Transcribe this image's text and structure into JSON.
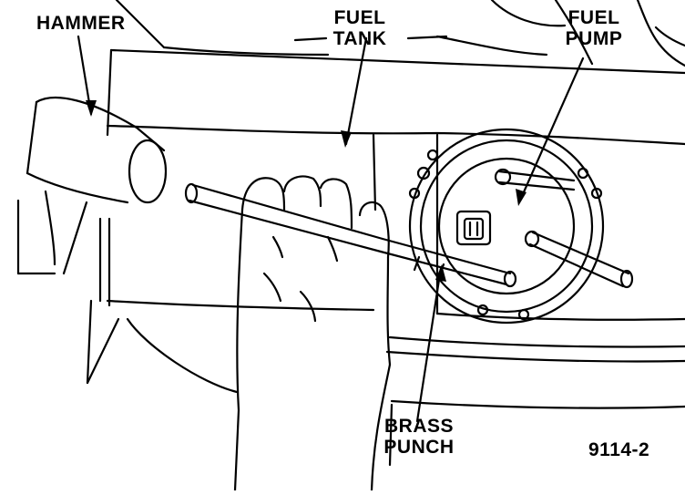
{
  "labels": {
    "hammer": "HAMMER",
    "fuel_tank_line1": "FUEL",
    "fuel_tank_line2": "TANK",
    "fuel_pump_line1": "FUEL",
    "fuel_pump_line2": "PUMP",
    "brass_punch_line1": "BRASS",
    "brass_punch_line2": "PUNCH",
    "figure_number": "9114-2"
  },
  "colors": {
    "ink": "#000000",
    "paper": "#ffffff"
  }
}
